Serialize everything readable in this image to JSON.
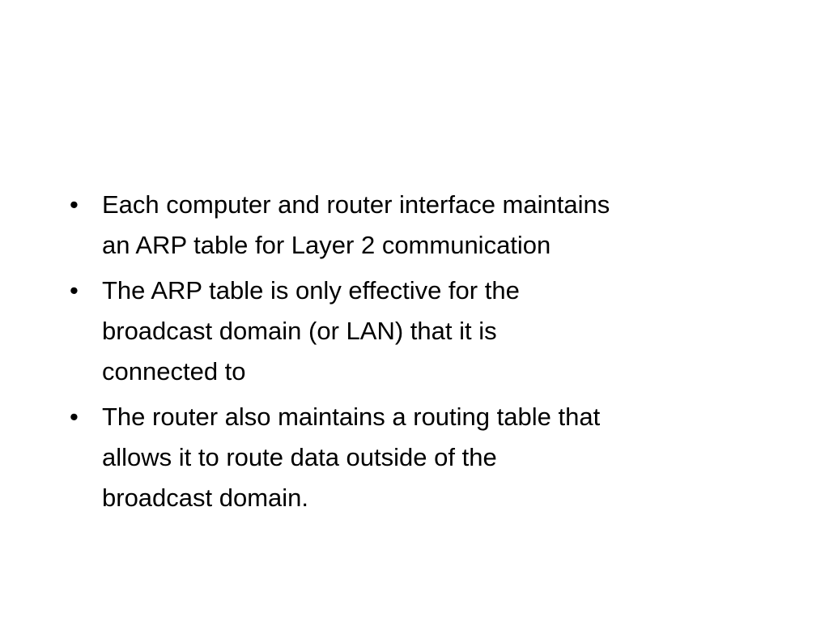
{
  "slide": {
    "bullet_symbol": "•",
    "bullets": [
      {
        "lines": [
          "Each computer and router interface maintains",
          "an ARP table for Layer 2 communication"
        ]
      },
      {
        "lines": [
          "The ARP table is only effective for the",
          "broadcast domain (or LAN) that it is",
          "connected to"
        ]
      },
      {
        "lines": [
          "The router also maintains a routing table that",
          "allows it to route data outside of the",
          "broadcast domain."
        ]
      }
    ]
  }
}
